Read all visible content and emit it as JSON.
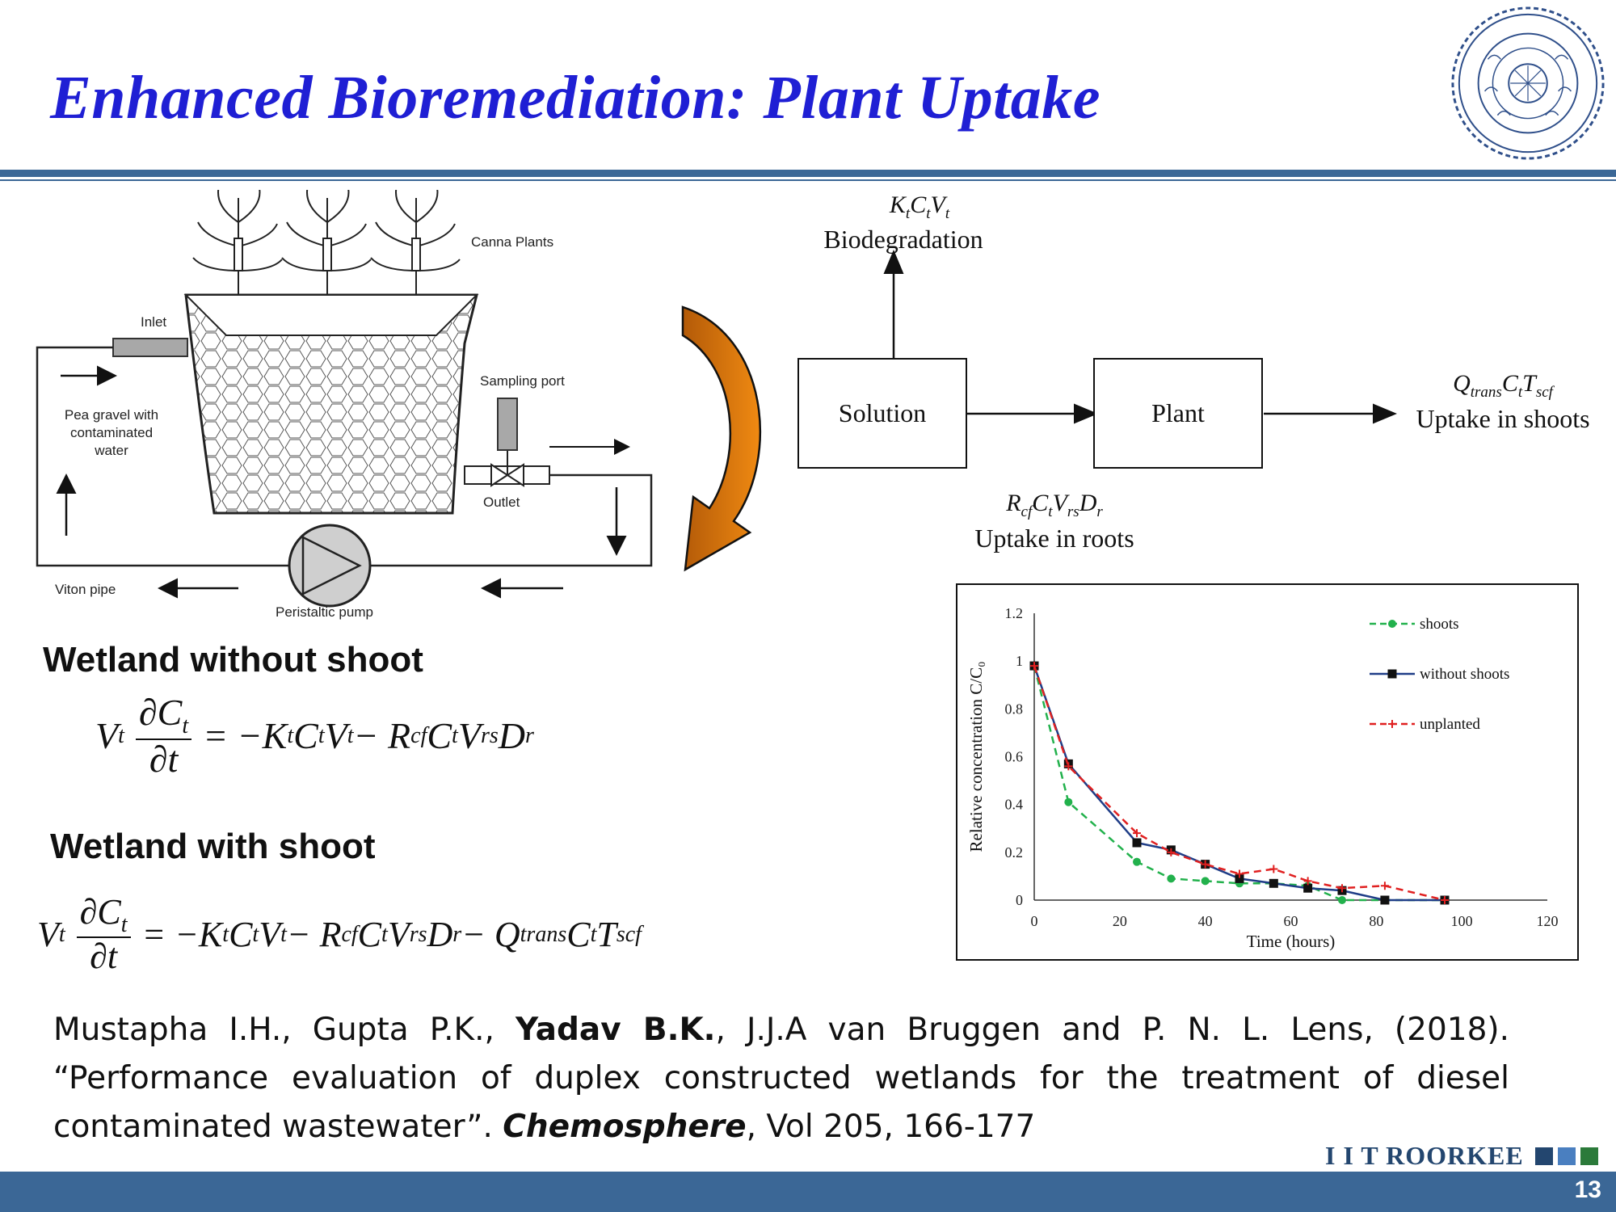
{
  "slide": {
    "title": "Enhanced Bioremediation: Plant Uptake",
    "page_number": "13",
    "brand": "I I T ROORKEE",
    "accent_color": "#1f1fd4",
    "bar_color": "#3b6796"
  },
  "diagram": {
    "canna_plants": "Canna Plants",
    "inlet": "Inlet",
    "sampling_port": "Sampling port",
    "pea_gravel": [
      "Pea gravel with",
      "contaminated",
      "water"
    ],
    "outlet": "Outlet",
    "viton_pipe": "Viton pipe",
    "peristaltic_pump": "Peristaltic pump"
  },
  "flow": {
    "biodegradation_label": "Biodegradation",
    "solution_label": "Solution",
    "plant_label": "Plant",
    "shoots_label": "Uptake in shoots",
    "roots_label": "Uptake in roots"
  },
  "sections": {
    "without_shoot": "Wetland without shoot",
    "with_shoot": "Wetland with shoot"
  },
  "citation": {
    "authors_a": "Mustapha I.H., Gupta P.K., ",
    "authors_bold": "Yadav B.K.",
    "authors_b": ", J.J.A van Bruggen and P. N. L. Lens, (2018). “Performance evaluation of duplex constructed wetlands for the treatment of diesel contaminated wastewater”. ",
    "journal": "Chemosphere",
    "tail": ", Vol 205, 166-177"
  },
  "chart_data": {
    "type": "line",
    "title": "",
    "xlabel": "Time (hours)",
    "ylabel": "Relative concentration C/C₀",
    "xlim": [
      0,
      120
    ],
    "ylim": [
      0,
      1.2
    ],
    "xticks": [
      0,
      20,
      40,
      60,
      80,
      100,
      120
    ],
    "yticks": [
      0,
      0.2,
      0.4,
      0.6,
      0.8,
      1,
      1.2
    ],
    "legend_position": "top-right",
    "grid": false,
    "series": [
      {
        "name": "shoots",
        "color": "#22b14c",
        "dash": "dashed",
        "marker": "circle",
        "x": [
          0,
          8,
          24,
          32,
          40,
          48,
          56,
          64,
          72,
          82,
          96
        ],
        "y": [
          0.98,
          0.41,
          0.16,
          0.09,
          0.08,
          0.07,
          0.07,
          0.06,
          0.0,
          0.0,
          0.0
        ]
      },
      {
        "name": "without shoots",
        "color": "#1f3d87",
        "dash": "solid",
        "marker": "square",
        "x": [
          0,
          8,
          24,
          32,
          40,
          48,
          56,
          64,
          72,
          82,
          96
        ],
        "y": [
          0.98,
          0.57,
          0.24,
          0.21,
          0.15,
          0.09,
          0.07,
          0.05,
          0.04,
          0.0,
          0.0
        ]
      },
      {
        "name": "unplanted",
        "color": "#e02020",
        "dash": "dashed",
        "marker": "plus",
        "x": [
          0,
          8,
          24,
          32,
          40,
          48,
          56,
          64,
          72,
          82,
          96
        ],
        "y": [
          0.98,
          0.56,
          0.28,
          0.2,
          0.15,
          0.11,
          0.13,
          0.08,
          0.05,
          0.06,
          0.0
        ]
      }
    ]
  }
}
